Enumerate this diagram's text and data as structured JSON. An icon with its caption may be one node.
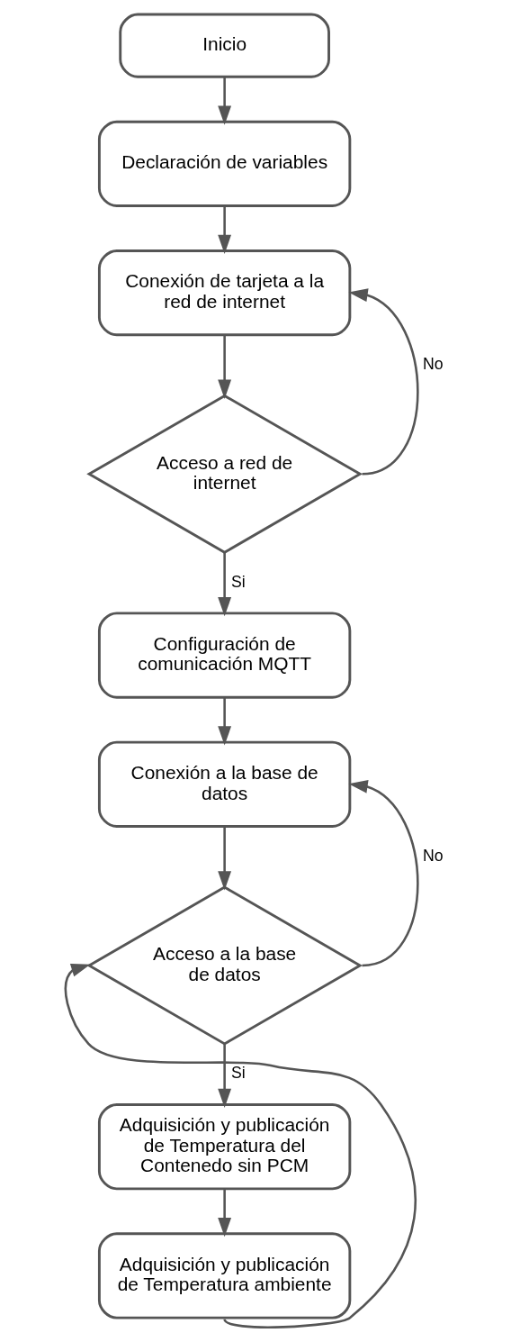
{
  "diagram": {
    "nodes": [
      {
        "text": [
          "Inicio"
        ]
      },
      {
        "text": [
          "Declaración de variables"
        ]
      },
      {
        "text": [
          "Conexión de tarjeta a la red de internet"
        ]
      },
      {
        "text": [
          "Acceso a red de internet"
        ]
      },
      {
        "text": [
          "Configuración de comunicación MQTT"
        ]
      },
      {
        "text": [
          "Conexión a la base de datos"
        ]
      },
      {
        "text": [
          "Acceso a la base de datos"
        ]
      },
      {
        "text": [
          "Adquisición y publicación de Temperatura del Contenedo sin PCM"
        ]
      },
      {
        "text": [
          "Adquisición y publicación de Temperatura ambiente"
        ]
      }
    ],
    "edges": [
      {
        "from": 0,
        "to": 1,
        "arrow": "to"
      },
      {
        "from": 1,
        "to": 2,
        "arrow": "to"
      },
      {
        "from": 2,
        "to": 3,
        "arrow": "to"
      },
      {
        "from": 3,
        "to": 2,
        "arrow": "to",
        "label": "No"
      },
      {
        "from": 3,
        "to": 4,
        "arrow": "to",
        "label": "Si"
      },
      {
        "from": 4,
        "to": 5,
        "arrow": "to"
      },
      {
        "from": 5,
        "to": 6,
        "arrow": "to"
      },
      {
        "from": 6,
        "to": 5,
        "arrow": "to",
        "label": "No"
      },
      {
        "from": 6,
        "to": 7,
        "arrow": "to",
        "label": "Si"
      },
      {
        "from": 7,
        "to": 8,
        "arrow": "to"
      },
      {
        "from": 8,
        "to": 6,
        "arrow": "to"
      }
    ]
  }
}
